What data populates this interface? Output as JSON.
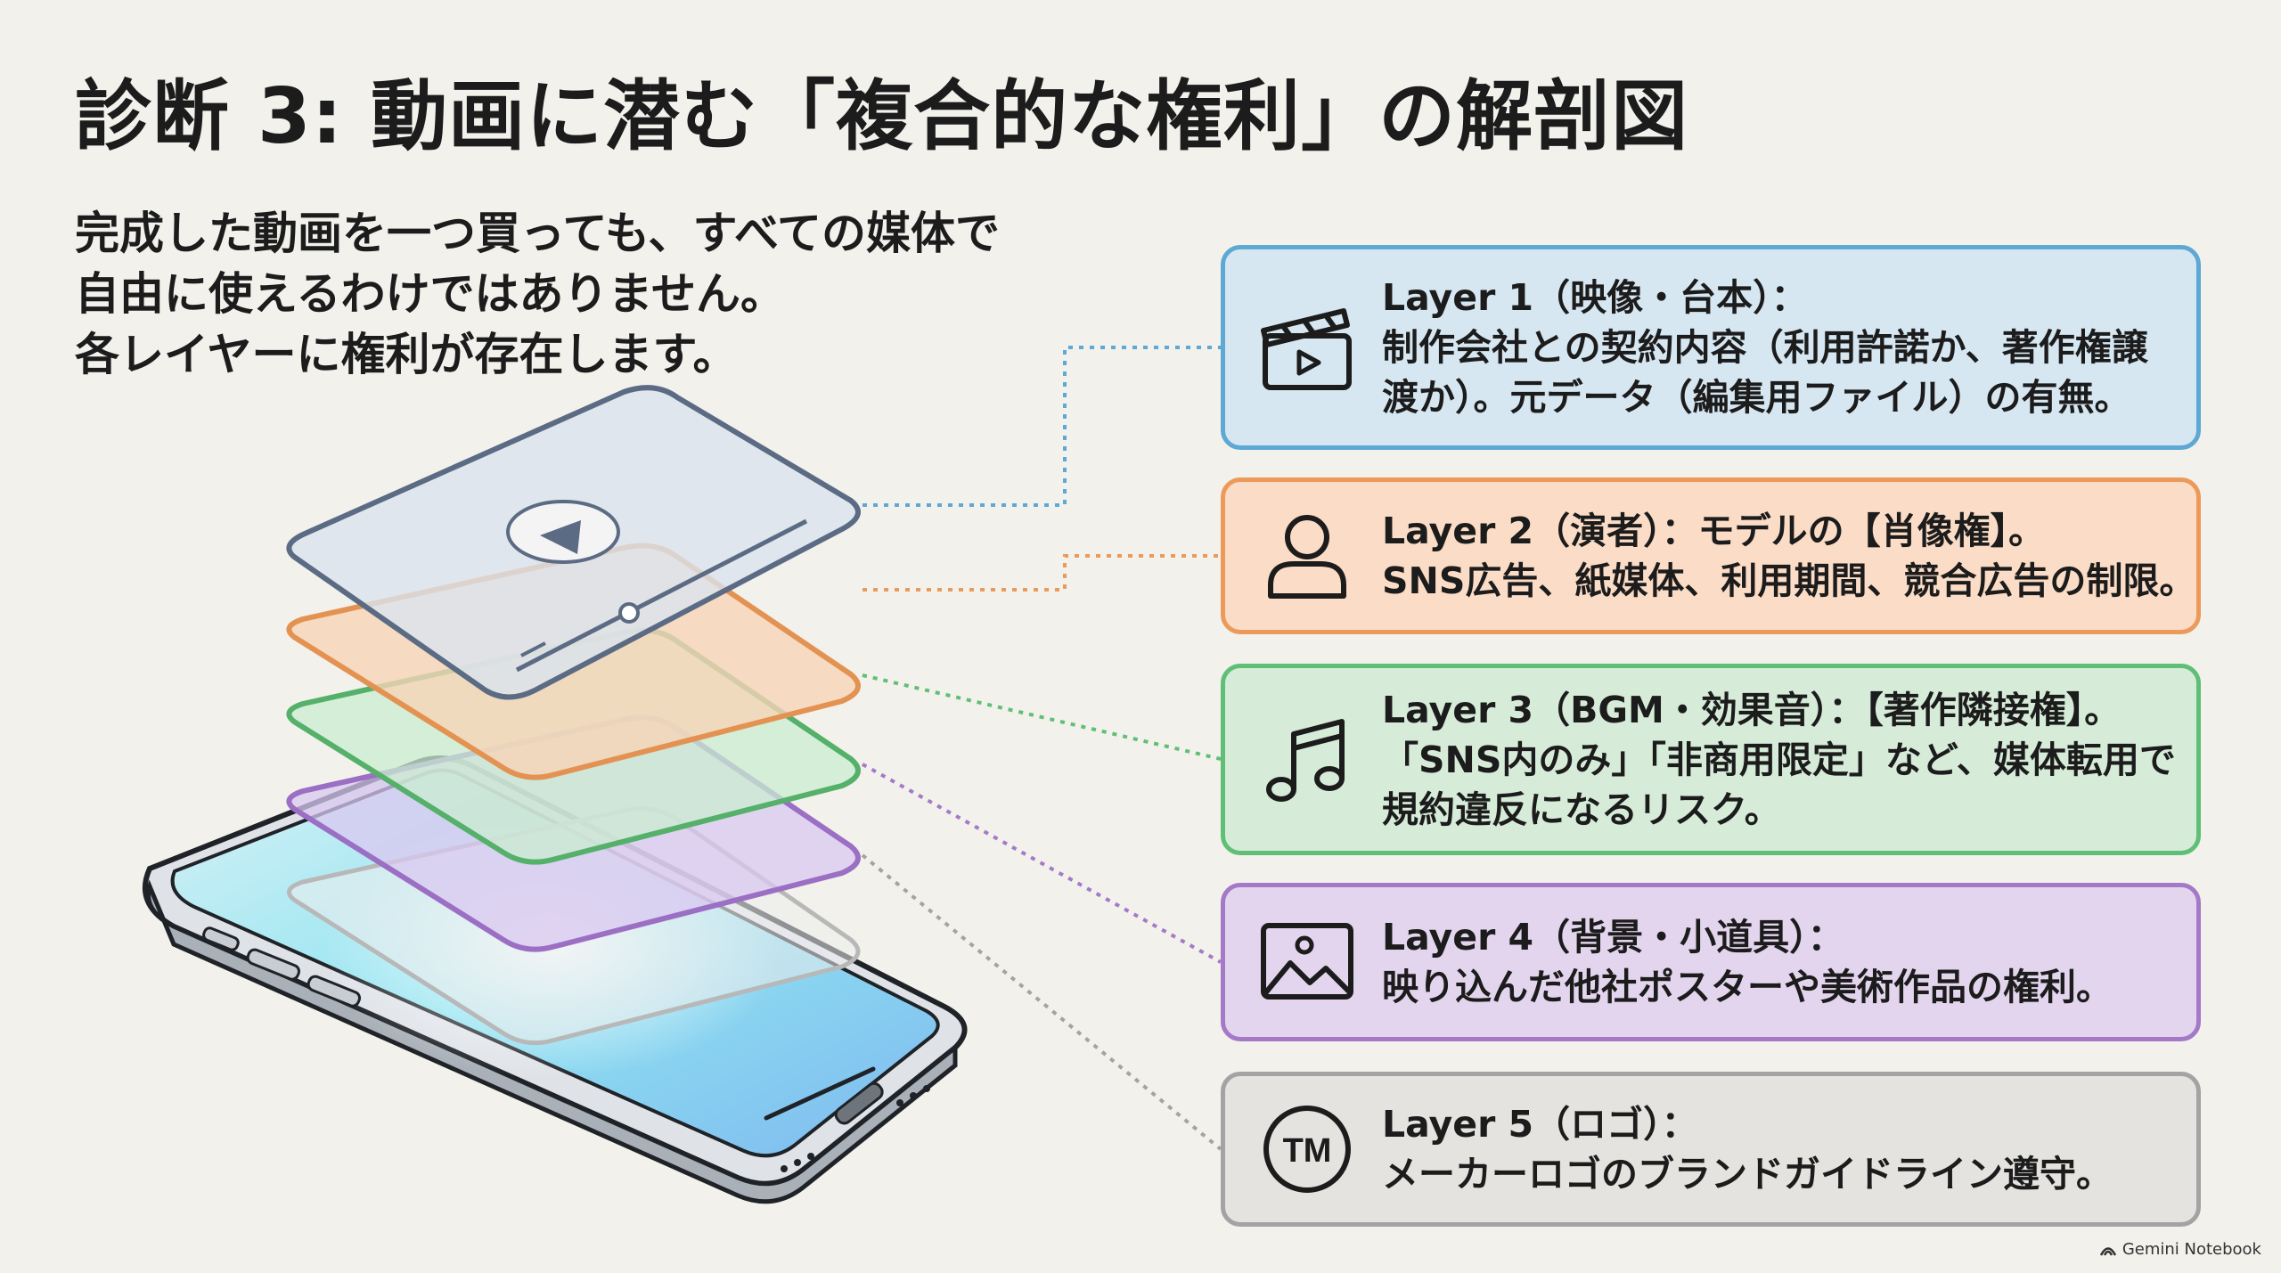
{
  "title": "診断 3: 動画に潜む「複合的な権利」の解剖図",
  "intro": {
    "line1": "完成した動画を一つ買っても、すべての媒体で",
    "line2": "自由に使えるわけではありません。",
    "line3": "各レイヤーに権利が存在します。"
  },
  "colors": {
    "layer1": "#5ea8d4",
    "layer2": "#ec9a5a",
    "layer3": "#5fbf76",
    "layer4": "#a479c7",
    "layer5": "#a3a3a3"
  },
  "layers": [
    {
      "icon": "clapperboard-icon",
      "line1": "Layer 1（映像・台本）：",
      "line2": "制作会社との契約内容（利用許諾か、著作権譲",
      "line3": "渡か）。元データ（編集用ファイル）の有無。"
    },
    {
      "icon": "person-icon",
      "line1": "Layer 2（演者）：モデルの【肖像権】。",
      "line2": "SNS広告、紙媒体、利用期間、競合広告の制限。"
    },
    {
      "icon": "music-note-icon",
      "line1": "Layer 3（BGM・効果音）：【著作隣接権】。",
      "line2": "「SNS内のみ」「非商用限定」など、媒体転用で",
      "line3": "規約違反になるリスク。"
    },
    {
      "icon": "image-icon",
      "line1": "Layer 4（背景・小道具）：",
      "line2": "映り込んだ他社ポスターや美術作品の権利。"
    },
    {
      "icon": "trademark-icon",
      "icon_text": "TM",
      "line1": "Layer 5（ロゴ）：",
      "line2": "メーカーロゴのブランドガイドライン遵守。"
    }
  ],
  "brand": "Gemini Notebook"
}
